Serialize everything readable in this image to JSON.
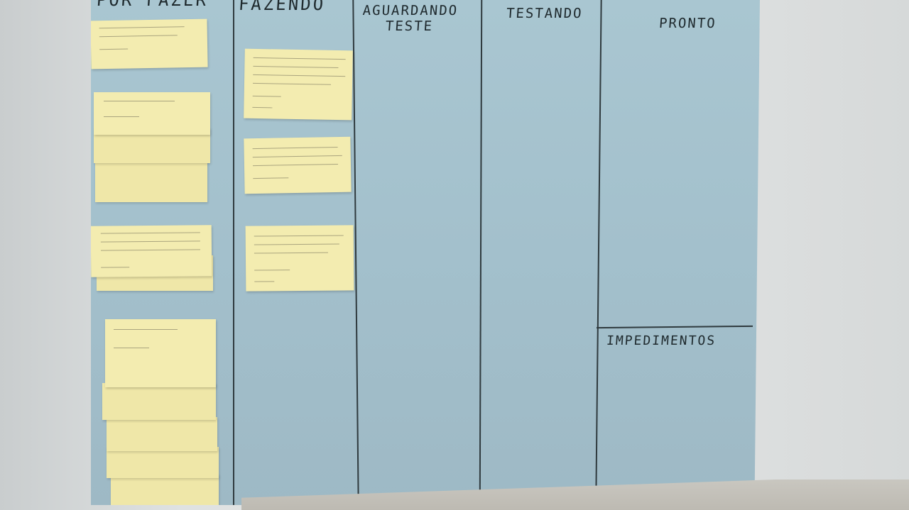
{
  "board": {
    "columns": [
      {
        "title": "POR FAZER"
      },
      {
        "title": "FAZENDO"
      },
      {
        "title_line1": "AGUARDANDO",
        "title_line2": "TESTE"
      },
      {
        "title": "TESTANDO"
      },
      {
        "title": "PRONTO"
      }
    ],
    "impediments_label": "IMPEDIMENTOS"
  },
  "colors": {
    "board": "#a3c0cc",
    "sticky_note": "#f3ecb0",
    "marker": "#2f3a3e",
    "wall": "#e0e3e3"
  }
}
